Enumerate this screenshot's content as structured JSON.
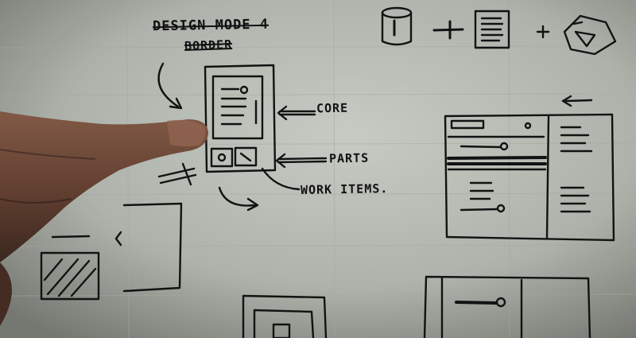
{
  "sketch": {
    "header_line1": "DESIGN MODE 4",
    "header_line2": "BORDER",
    "label_core": "CORE",
    "label_parts": "PARTS",
    "label_work_items": "WORK ITEMS."
  },
  "colors": {
    "paper": "#c6ccc4",
    "ink": "#111111",
    "skin": "#6e4a3a"
  }
}
